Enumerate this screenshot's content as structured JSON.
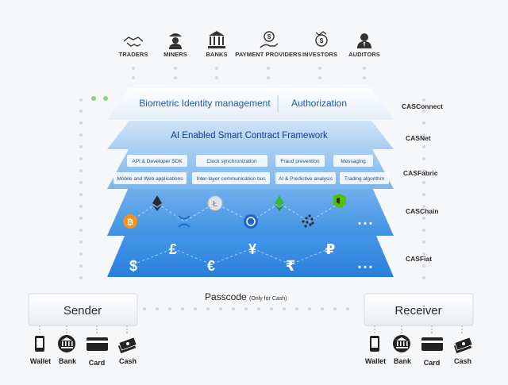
{
  "actors": [
    {
      "label": "TRADERS",
      "icon": "handshake-icon"
    },
    {
      "label": "MINERS",
      "icon": "miner-icon"
    },
    {
      "label": "BANKS",
      "icon": "bank-icon"
    },
    {
      "label": "PAYMENT PROVIDERS",
      "icon": "money-hand-icon"
    },
    {
      "label": "INVESTORS",
      "icon": "investor-icon"
    },
    {
      "label": "AUDITORS",
      "icon": "auditor-icon"
    }
  ],
  "layers": {
    "connect": {
      "left": "Biometric Identity management",
      "right": "Authorization",
      "label": "CASConnect"
    },
    "net": {
      "title": "AI Enabled Smart Contract Framework",
      "label": "CASNet"
    },
    "fabric": {
      "label": "CASFabric",
      "chips": [
        "API & Developer SDK",
        "Clock synchronization",
        "Fraud prevention",
        "Messaging",
        "Mobile and Web applications",
        "Inter-layer communication bus",
        "AI & Predictive analysis",
        "Trading algorithm"
      ]
    },
    "chain": {
      "label": "CASChain",
      "more": "• • •"
    },
    "fiat": {
      "label": "CASFiat",
      "symbols": [
        "$",
        "£",
        "€",
        "¥",
        "₹",
        "₽"
      ],
      "more": "• • •"
    }
  },
  "passcode": {
    "main": "Passcode",
    "sub": "(Only for Cash)"
  },
  "sender": {
    "title": "Sender",
    "methods": [
      "Wallet",
      "Bank",
      "Card",
      "Cash"
    ]
  },
  "receiver": {
    "title": "Receiver",
    "methods": [
      "Wallet",
      "Bank",
      "Card",
      "Cash"
    ]
  },
  "colors": {
    "layer_white": "#eef3fa",
    "layer_light": "#bcd7f3",
    "layer_mid": "#8cbcec",
    "layer_blue": "#4f9be6",
    "layer_deep": "#2f86e0",
    "bitcoin": "#f7931a",
    "accent_green": "#8fd08a"
  }
}
